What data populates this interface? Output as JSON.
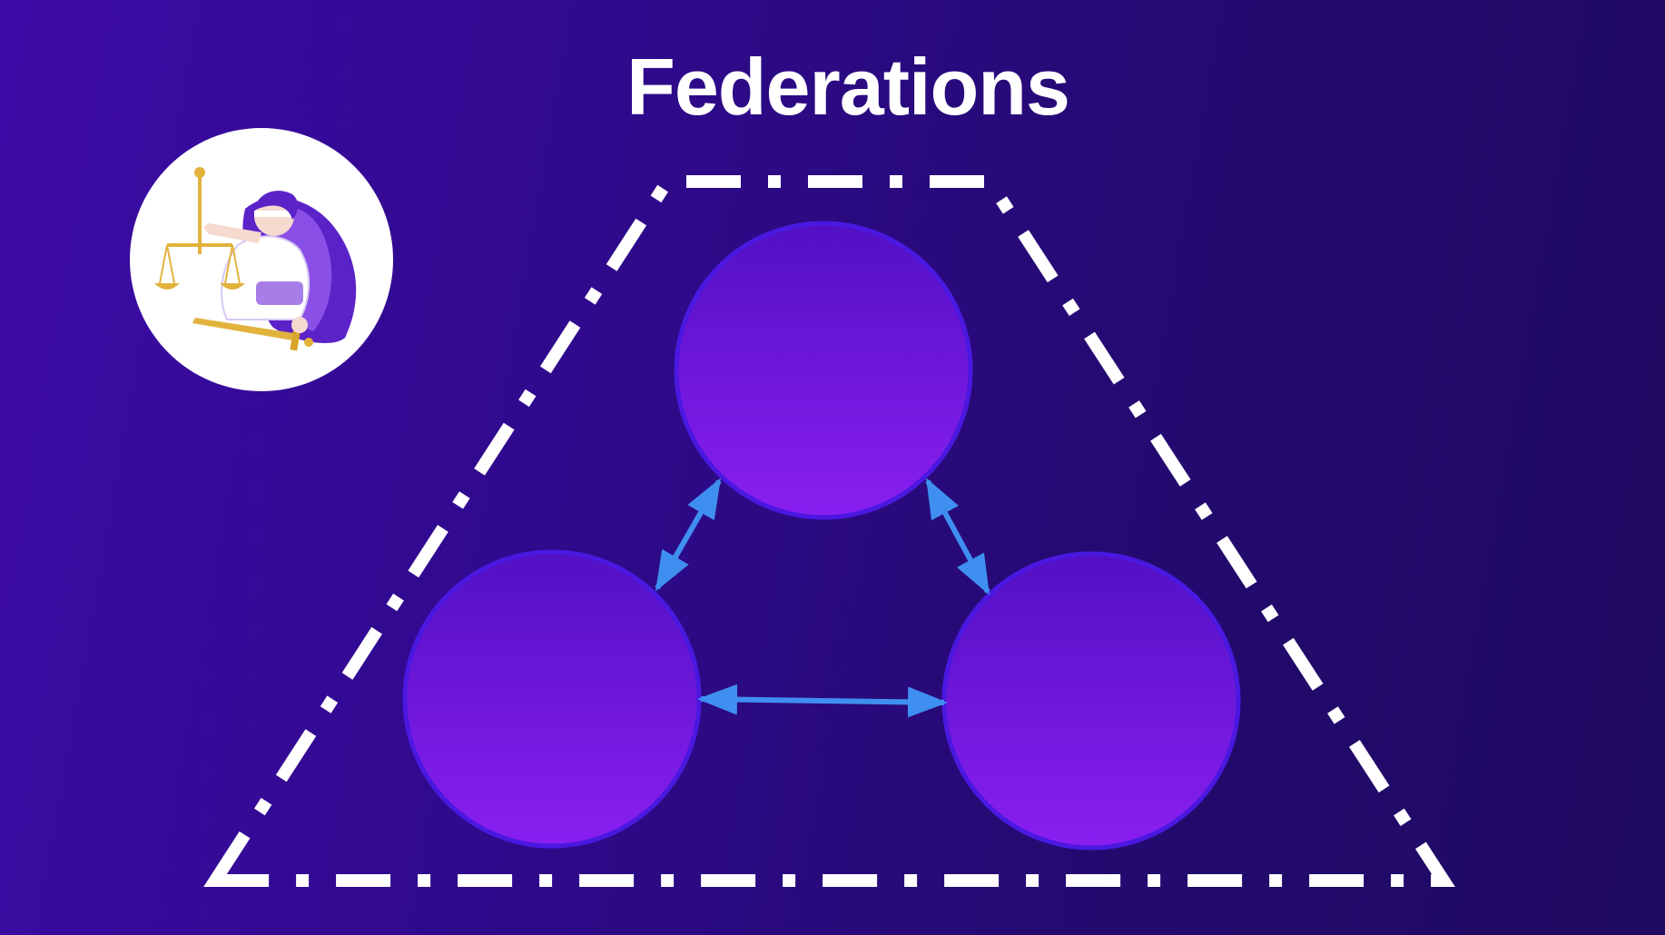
{
  "slide": {
    "title": "Federations"
  },
  "diagram": {
    "nodes": [
      {
        "id": "top"
      },
      {
        "id": "bottom-left"
      },
      {
        "id": "bottom-right"
      }
    ],
    "edges": [
      {
        "from": "top",
        "to": "bottom-left",
        "direction": "bidirectional"
      },
      {
        "from": "top",
        "to": "bottom-right",
        "direction": "bidirectional"
      },
      {
        "from": "bottom-left",
        "to": "bottom-right",
        "direction": "bidirectional"
      }
    ],
    "boundary": {
      "style": "dash-dot",
      "shape": "trapezoid"
    }
  },
  "colors": {
    "background_start": "#3d0ba6",
    "background_end": "#1f0a62",
    "node_top": "#5210c4",
    "node_bottom": "#8a1ff0",
    "node_border": "#4a18e0",
    "arrow": "#3f8ff0",
    "boundary": "#ffffff",
    "logo_background": "#ffffff",
    "logo_accent": "#6a2ad8",
    "logo_gold": "#e2b33c"
  },
  "icons": {
    "logo": "lady-justice-logo-icon"
  }
}
